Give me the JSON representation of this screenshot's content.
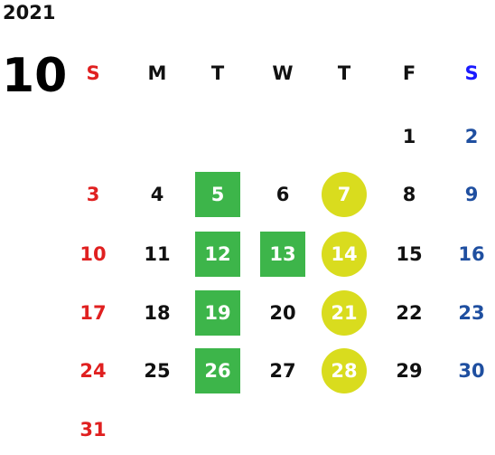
{
  "calendar": {
    "year": "2021",
    "month": "10",
    "weekdays": [
      "S",
      "M",
      "T",
      "W",
      "T",
      "F",
      "S"
    ],
    "colors": {
      "sunday": "#e02020",
      "saturday_header": "#1a1aff",
      "saturday": "#1f4fa0",
      "square_highlight": "#3db54a",
      "circle_highlight": "#d9dc1e"
    },
    "first_weekday": 5,
    "days_in_month": 31,
    "square_days": [
      5,
      12,
      13,
      19,
      26
    ],
    "circle_days": [
      7,
      14,
      21,
      28
    ]
  }
}
